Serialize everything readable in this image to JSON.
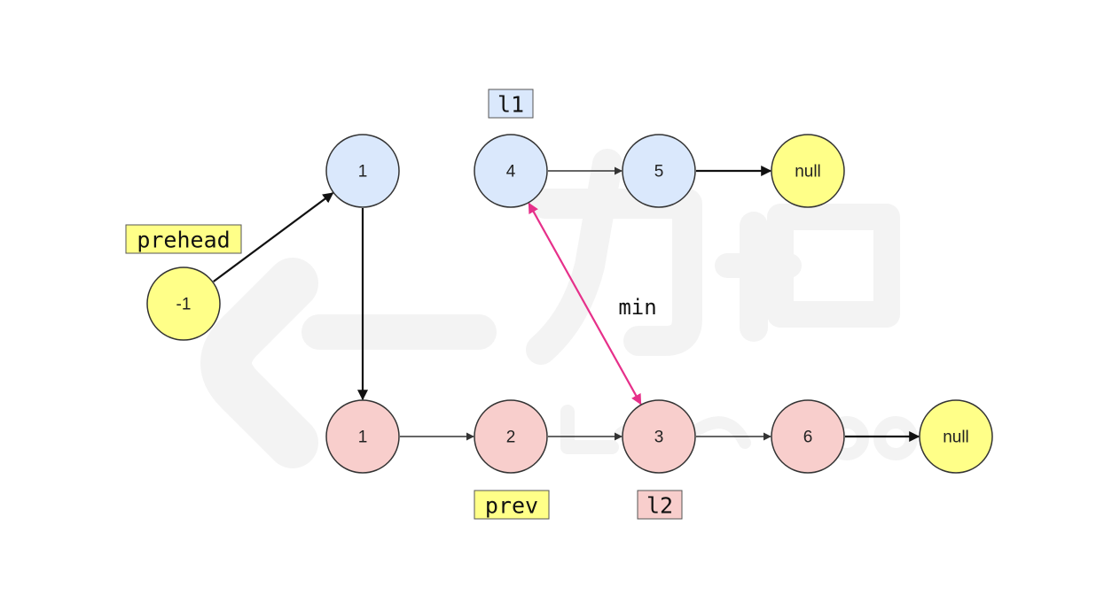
{
  "colors": {
    "blue_fill": "#dae8fc",
    "pink_fill": "#f8cecc",
    "yellow_fill": "#ffff88",
    "edge": "#333333",
    "edge_dark": "#111111",
    "highlight": "#e6308a",
    "tag_blue": "#dae8fc",
    "tag_pink": "#f8cecc",
    "tag_yellow": "#ffff88",
    "watermark": "#f2f2f2"
  },
  "nodes": [
    {
      "id": "preheadNode",
      "label": "-1",
      "color": "yellow"
    },
    {
      "id": "l1_n1",
      "label": "1",
      "color": "blue"
    },
    {
      "id": "l1_n4",
      "label": "4",
      "color": "blue"
    },
    {
      "id": "l1_n5",
      "label": "5",
      "color": "blue"
    },
    {
      "id": "l1_null",
      "label": "null",
      "color": "yellow"
    },
    {
      "id": "l2_n1",
      "label": "1",
      "color": "pink"
    },
    {
      "id": "l2_n2",
      "label": "2",
      "color": "pink"
    },
    {
      "id": "l2_n3",
      "label": "3",
      "color": "pink"
    },
    {
      "id": "l2_n6",
      "label": "6",
      "color": "pink"
    },
    {
      "id": "l2_null",
      "label": "null",
      "color": "yellow"
    }
  ],
  "edges": [
    {
      "from": "preheadNode",
      "to": "l1_n1",
      "style": "dark"
    },
    {
      "from": "l1_n1",
      "to": "l2_n1",
      "style": "dark"
    },
    {
      "from": "l1_n4",
      "to": "l1_n5",
      "style": "normal"
    },
    {
      "from": "l1_n5",
      "to": "l1_null",
      "style": "dark"
    },
    {
      "from": "l2_n1",
      "to": "l2_n2",
      "style": "normal"
    },
    {
      "from": "l2_n2",
      "to": "l2_n3",
      "style": "normal"
    },
    {
      "from": "l2_n3",
      "to": "l2_n6",
      "style": "normal"
    },
    {
      "from": "l2_n6",
      "to": "l2_null",
      "style": "dark"
    },
    {
      "from": "l1_n4",
      "to": "l2_n3",
      "style": "highlight",
      "bidirectional": true,
      "label": "min"
    }
  ],
  "tags": [
    {
      "id": "tag_l1",
      "text": "l1",
      "color": "blue"
    },
    {
      "id": "tag_prehead",
      "text": "prehead",
      "color": "yellow"
    },
    {
      "id": "tag_prev",
      "text": "prev",
      "color": "yellow"
    },
    {
      "id": "tag_l2",
      "text": "l2",
      "color": "pink"
    }
  ]
}
